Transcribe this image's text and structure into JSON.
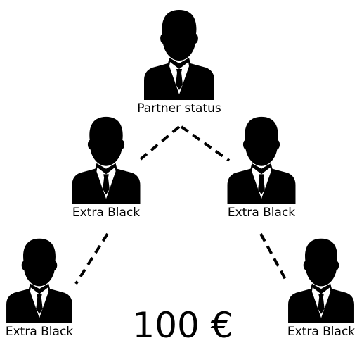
{
  "nodes": {
    "top": {
      "label": "Partner status",
      "icon": "businessman-icon"
    },
    "mid_left": {
      "label": "Extra Black",
      "icon": "businessman-icon"
    },
    "mid_right": {
      "label": "Extra Black",
      "icon": "businessman-icon"
    },
    "bottom_left": {
      "label": "Extra Black",
      "icon": "businessman-icon"
    },
    "bottom_right": {
      "label": "Extra Black",
      "icon": "businessman-icon"
    }
  },
  "price": "100 €",
  "colors": {
    "icon": "#000000",
    "shirt": "#ffffff",
    "line": "#000000",
    "background": "#ffffff"
  }
}
